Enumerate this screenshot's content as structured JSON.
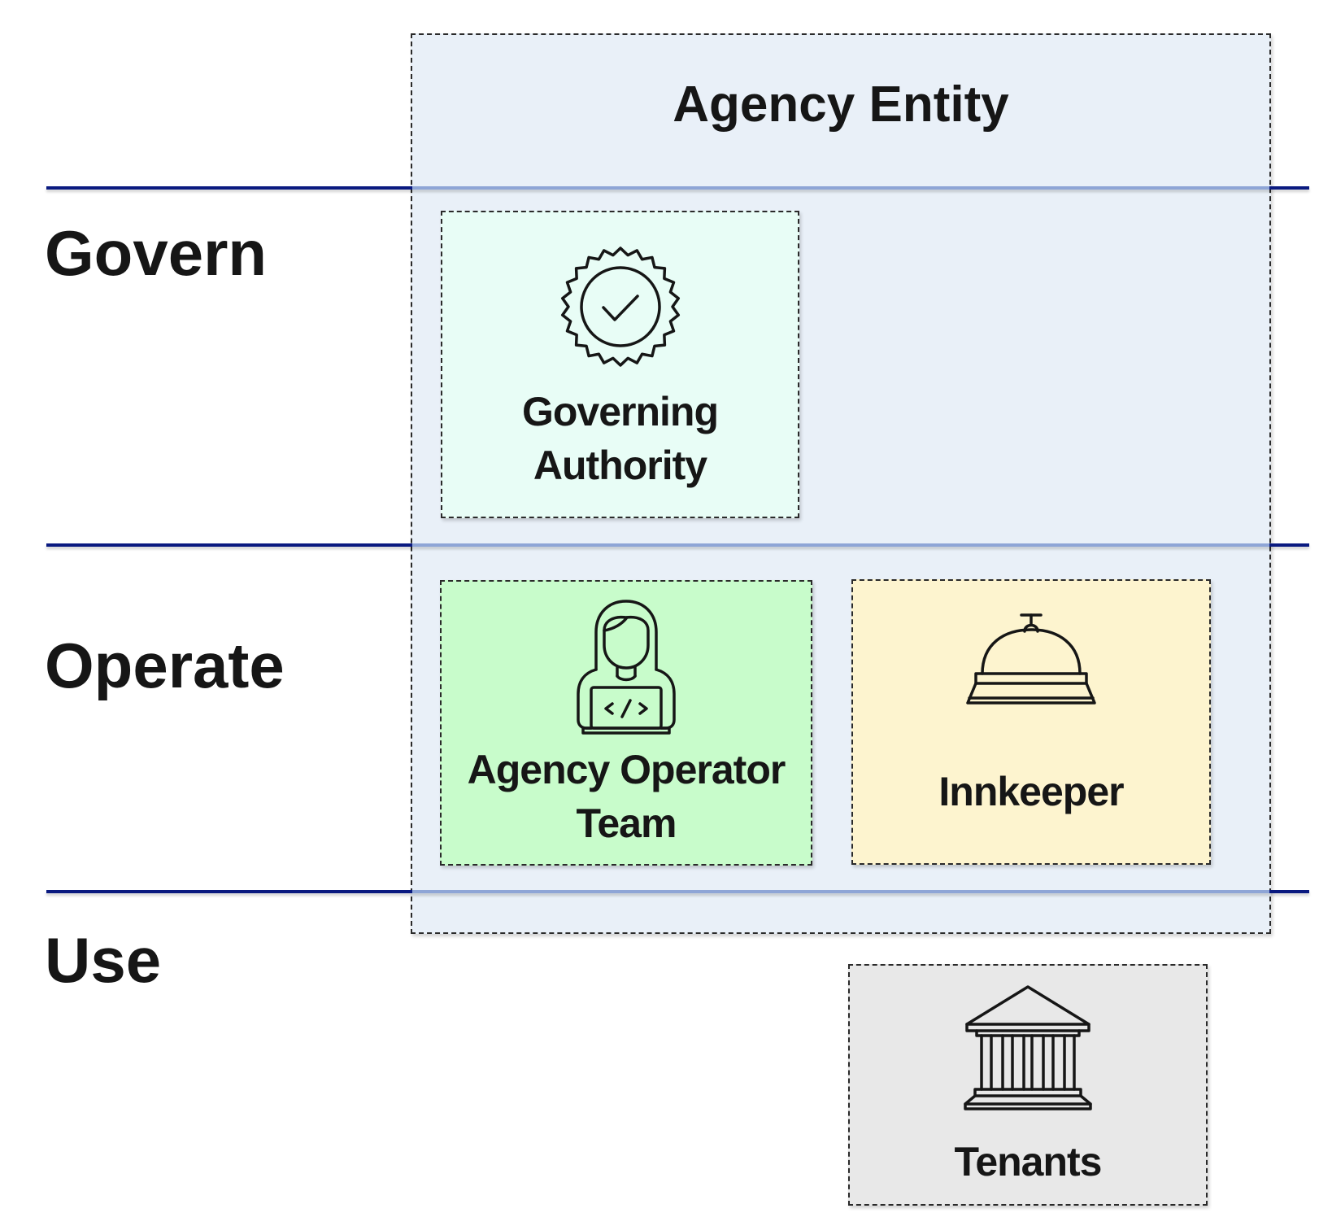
{
  "entity": {
    "title": "Agency Entity",
    "fill": "#e9f0f8"
  },
  "lanes": [
    {
      "label": "Govern"
    },
    {
      "label": "Operate"
    },
    {
      "label": "Use"
    }
  ],
  "lane_line_color": "#0a1a80",
  "cards": {
    "governing_authority": {
      "label_line1": "Governing",
      "label_line2": "Authority",
      "icon": "certified-badge-icon",
      "fill": "#e8fdf6"
    },
    "operator_team": {
      "label_line1": "Agency Operator",
      "label_line2": "Team",
      "icon": "developer-icon",
      "fill": "#c8fccb"
    },
    "innkeeper": {
      "label": "Innkeeper",
      "icon": "service-bell-icon",
      "fill": "#fdf4cf"
    },
    "tenants": {
      "label": "Tenants",
      "icon": "institution-building-icon",
      "fill": "#e8e8e8"
    }
  }
}
